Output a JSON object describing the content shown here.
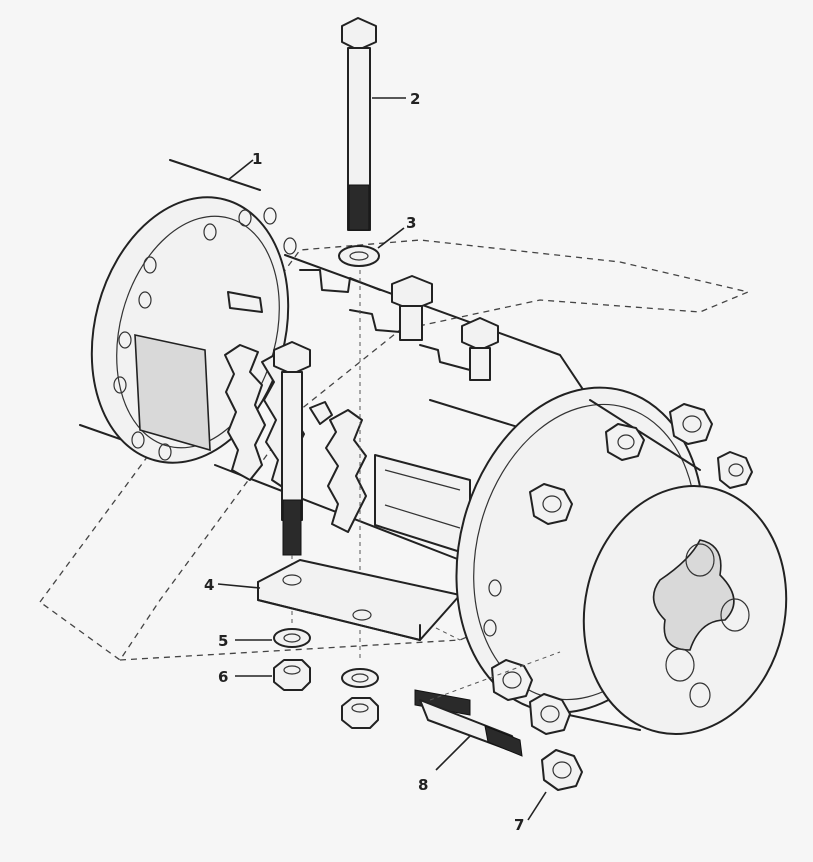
{
  "callouts": [
    {
      "id": "1",
      "text": "1"
    },
    {
      "id": "2",
      "text": "2"
    },
    {
      "id": "3",
      "text": "3"
    },
    {
      "id": "4",
      "text": "4"
    },
    {
      "id": "5",
      "text": "5"
    },
    {
      "id": "6",
      "text": "6"
    },
    {
      "id": "7",
      "text": "7"
    },
    {
      "id": "8",
      "text": "8"
    }
  ],
  "colors": {
    "background": "#f6f6f6",
    "ink": "#222222"
  }
}
